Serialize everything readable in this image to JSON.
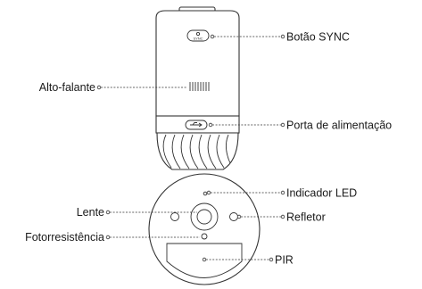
{
  "labels": {
    "sync_button": "Botão SYNC",
    "speaker": "Alto-falante",
    "power_port": "Porta de alimentação",
    "led_indicator": "Indicador LED",
    "lens": "Lente",
    "reflector": "Refletor",
    "photoresistor": "Fotorresistência",
    "pir": "PIR"
  },
  "device": {
    "sync_button_text": "SYNC"
  },
  "colors": {
    "line": "#333333",
    "text": "#1a1a1a"
  }
}
